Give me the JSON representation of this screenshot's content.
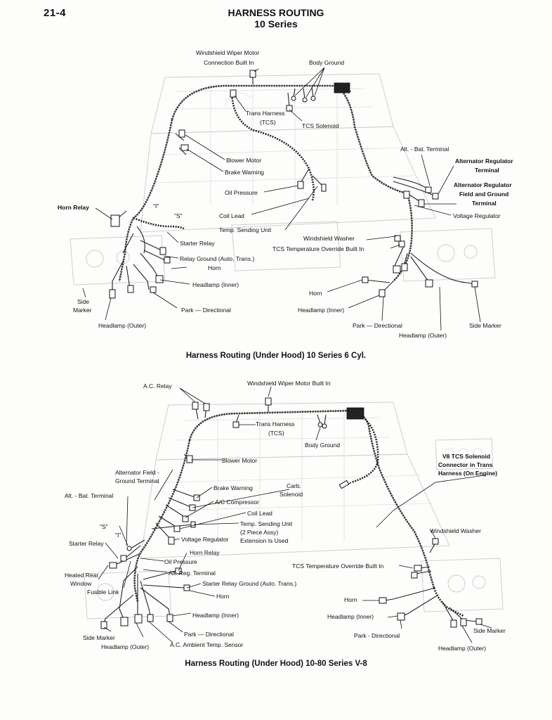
{
  "header": {
    "page_number": "21-4",
    "title_line1": "HARNESS ROUTING",
    "title_line2": "10 Series"
  },
  "diagram1": {
    "caption": "Harness Routing (Under Hood) 10 Series 6 Cyl.",
    "labels": {
      "wiper_motor_1": "Windshield Wiper Motor",
      "wiper_motor_2": "Connection Built In",
      "body_ground": "Body Ground",
      "trans_harness_1": "Trans Harness",
      "trans_harness_2": "(TCS)",
      "tcs_solenoid": "TCS Solenoid",
      "alt_bat_terminal": "Alt. - Bat. Terminal",
      "alt_reg_terminal_1": "Alternator Regulator",
      "alt_reg_terminal_2": "Terminal",
      "alt_reg_field_1": "Alternator Regulator",
      "alt_reg_field_2": "Field and Ground",
      "alt_reg_field_3": "Terminal",
      "voltage_regulator": "Voltage Regulator",
      "blower_motor": "Blower Motor",
      "brake_warning": "Brake Warning",
      "oil_pressure": "Oil Pressure",
      "horn_relay": "Horn Relay",
      "i_mark": "\"I\"",
      "s_mark": "\"S\"",
      "coil_lead": "Coil Lead",
      "temp_sending_unit": "Temp. Sending Unit",
      "windshield_washer": "Windshield Washer",
      "tcs_temp_override": "TCS Temperature Override Built In",
      "starter_relay": "Starter Relay",
      "relay_ground": "Relay Ground (Auto. Trans.)",
      "horn_left": "Horn",
      "headlamp_inner_left": "Headlamp (Inner)",
      "side_marker_left_1": "Side",
      "side_marker_left_2": "Marker",
      "park_directional_left": "Park — Directional",
      "headlamp_outer_left": "Headlamp (Outer)",
      "horn_right": "Horn",
      "headlamp_inner_right": "Headlamp (Inner)",
      "park_directional_right": "Park — Directional",
      "headlamp_outer_right": "Headlamp (Outer)",
      "side_marker_right": "Side Marker"
    }
  },
  "diagram2": {
    "caption": "Harness Routing (Under Hood) 10-80 Series V-8",
    "labels": {
      "ac_relay": "A.C. Relay",
      "wiper_motor": "Windshield Wiper Motor Built In",
      "trans_harness_1": "Trans Harness",
      "trans_harness_2": "(TCS)",
      "body_ground": "Body Ground",
      "v8_tcs_1": "V8 TCS Solenoid",
      "v8_tcs_2": "Connector in Trans",
      "v8_tcs_3": "Harness (On Engine)",
      "blower_motor": "Blower Motor",
      "alt_field_1": "Alternator Field -",
      "alt_field_2": "Ground Terminal",
      "alt_bat_terminal": "Alt. - Bat. Terminal",
      "brake_warning": "Brake Warning",
      "carb_solenoid_1": "Carb.",
      "carb_solenoid_2": "Solenoid",
      "ac_compressor": "A/C Compressor",
      "coil_lead": "Coil Lead",
      "temp_sending_1": "Temp. Sending Unit",
      "temp_sending_2": "(2 Piece Assy)",
      "temp_sending_3": "Extension Is Used",
      "s_mark": "\"S\"",
      "i_mark": "\"I\"",
      "voltage_regulator": "Voltage Regulator",
      "windshield_washer": "Windshield Washer",
      "starter_relay": "Starter Relay",
      "horn_relay": "Horn Relay",
      "oil_pressure": "Oil Pressure",
      "heated_rear_1": "Heated Rear",
      "heated_rear_2": "Window",
      "alt_reg_terminal": "Alt. Reg. Terminal",
      "tcs_temp_override": "TCS Temperature Override Built In",
      "fusible_link": "Fusible Link",
      "starter_relay_ground": "Starter Relay Ground (Auto. Trans.)",
      "horn_left": "Horn",
      "horn_right": "Horn",
      "headlamp_inner_left": "Headlamp (Inner)",
      "headlamp_inner_right": "Headlamp (Inner)",
      "park_directional_left": "Park — Directional",
      "park_directional_right": "Park - Directional",
      "side_marker_left": "Side Marker",
      "side_marker_right": "Side Marker",
      "headlamp_outer_left": "Headlamp (Outer)",
      "headlamp_outer_right": "Headlamp (Outer)",
      "ac_ambient": "A.C. Ambient Temp. Sensor"
    }
  }
}
